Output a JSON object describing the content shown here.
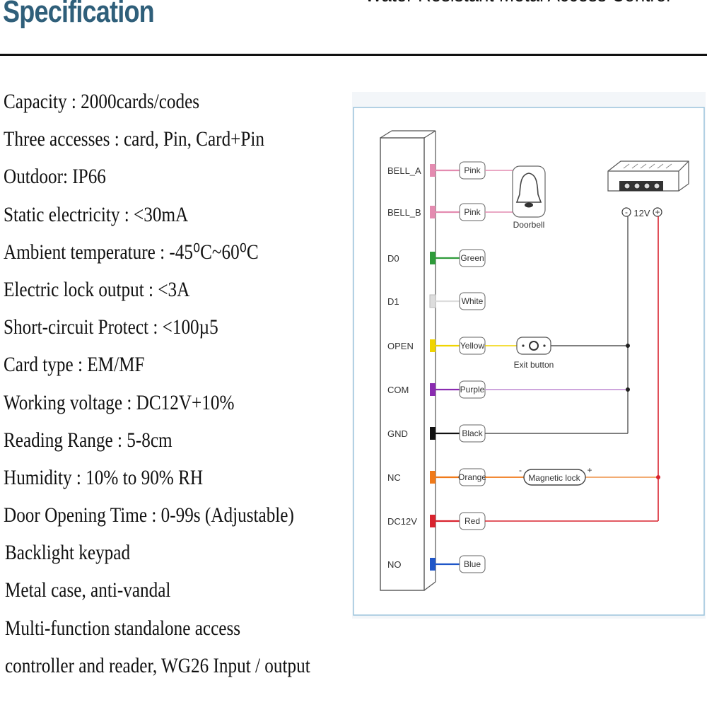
{
  "header": {
    "title": "Specification",
    "product": "Water Resistant Metal Access Control"
  },
  "specs": [
    "Capacity : 2000cards/codes",
    "Three accesses : card, Pin, Card+Pin",
    "Outdoor:  IP66",
    "Static electricity : <30mA",
    "Ambient temperature : -45⁰C~60⁰C",
    "Electric lock output : <3A",
    "Short-circuit Protect : <100µ5",
    "Card type : EM/MF",
    "Working voltage : DC12V+10%",
    "Reading Range : 5-8cm",
    "Humidity : 10% to 90% RH",
    "Door Opening Time : 0-99s (Adjustable)",
    "Backlight keypad",
    "Metal case, anti-vandal",
    "Multi-function standalone access",
    "controller and reader, WG26 Input / output"
  ],
  "wiring": {
    "terminals": [
      {
        "id": "BELL_A",
        "wire": "Pink",
        "color": "#e48bb0"
      },
      {
        "id": "BELL_B",
        "wire": "Pink",
        "color": "#e48bb0"
      },
      {
        "id": "D0",
        "wire": "Green",
        "color": "#2e9b3a"
      },
      {
        "id": "D1",
        "wire": "White",
        "color": "#dddddd"
      },
      {
        "id": "OPEN",
        "wire": "Yellow",
        "color": "#f0d400"
      },
      {
        "id": "COM",
        "wire": "Purple",
        "color": "#8a2bb0"
      },
      {
        "id": "GND",
        "wire": "Black",
        "color": "#111111"
      },
      {
        "id": "NC",
        "wire": "Orange",
        "color": "#f07a1a"
      },
      {
        "id": "DC12V",
        "wire": "Red",
        "color": "#d9232e"
      },
      {
        "id": "NO",
        "wire": "Blue",
        "color": "#1f56c8"
      }
    ],
    "doorbell_label": "Doorbell",
    "exit_button_label": "Exit button",
    "magnetic_lock_label": "Magnetic lock",
    "lock_minus": "-",
    "lock_plus": "+",
    "psu_minus": "-",
    "psu_label": "12V",
    "psu_plus": "+",
    "line_color": "#555555",
    "red_line_color": "#d9232e",
    "pink_line_color": "#e48bb0",
    "purple_line_color": "#c79ad8"
  }
}
